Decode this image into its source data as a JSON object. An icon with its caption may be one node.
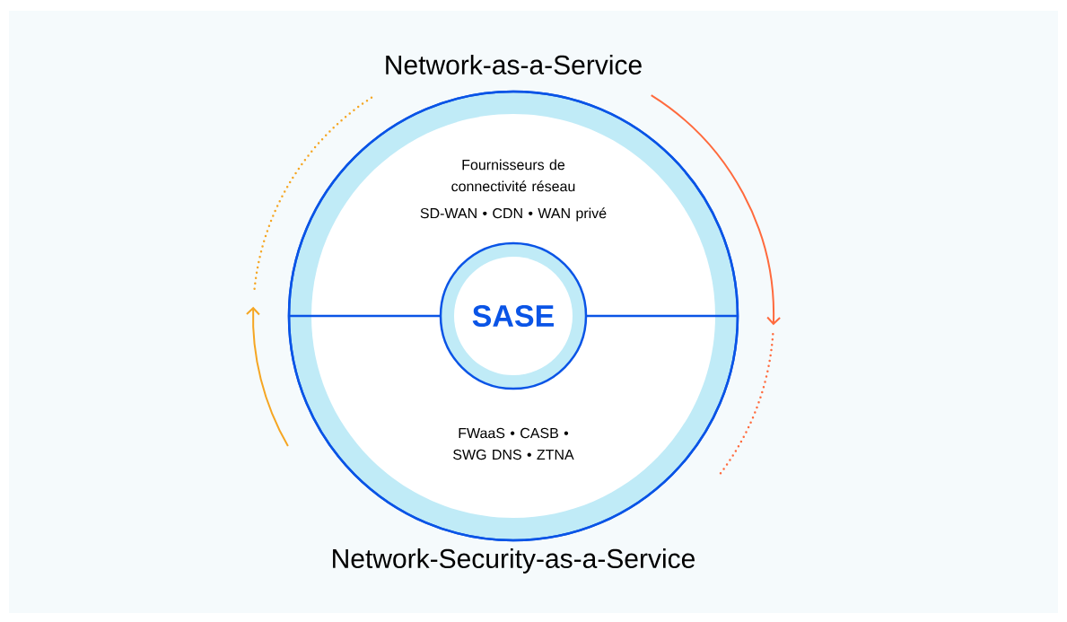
{
  "diagram": {
    "nodes": [
      {
        "text": [],
        "shape": "circle"
      },
      {
        "text": [
          "Fournisseurs de connectivité réseau",
          "SD-WAN • CDN • WAN privé"
        ],
        "in": 0
      },
      {
        "text": [
          "FWaaS • CASB • SWG DNS • ZTNA"
        ],
        "in": 0
      },
      {
        "text": [
          "SASE"
        ],
        "in": 0
      }
    ],
    "labels": [
      "Network-as-a-Service",
      "Network-Security-as-a-Service"
    ]
  }
}
